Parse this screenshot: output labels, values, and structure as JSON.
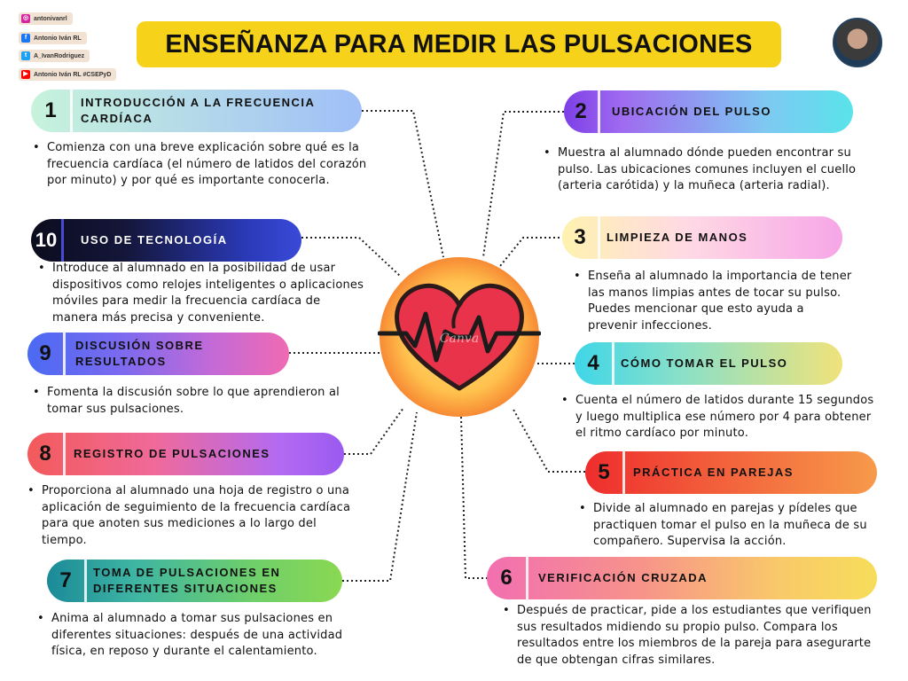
{
  "header": {
    "title": "ENSEÑANZA PARA MEDIR LAS PULSACIONES"
  },
  "social": {
    "instagram": "antonivanrl",
    "facebook": "Antonio Iván RL",
    "twitter": "A_IvanRodriguez",
    "youtube": "Antonio Iván RL #CSEPyD"
  },
  "heart_watermark": "Canva",
  "steps": [
    {
      "number": "1",
      "title": "INTRODUCCIÓN A LA FRECUENCIA CARDÍACA",
      "text": "Comienza con una breve explicación sobre qué es la frecuencia cardíaca (el número de latidos del corazón por minuto) y por qué es importante conocerla."
    },
    {
      "number": "2",
      "title": "UBICACIÓN DEL PULSO",
      "text": "Muestra al alumnado dónde pueden encontrar su pulso. Las ubicaciones comunes incluyen el cuello (arteria carótida) y la muñeca (arteria radial)."
    },
    {
      "number": "3",
      "title": "LIMPIEZA DE MANOS",
      "text": "Enseña al alumnado la importancia de tener las manos limpias antes de tocar su pulso. Puedes mencionar que esto ayuda a prevenir infecciones."
    },
    {
      "number": "4",
      "title": "CÓMO TOMAR EL PULSO",
      "text": "Cuenta el número de latidos durante 15 segundos y luego multiplica ese número por 4 para obtener el ritmo cardíaco por minuto."
    },
    {
      "number": "5",
      "title": "PRÁCTICA EN PAREJAS",
      "text": "Divide al alumnado en parejas y pídeles que practiquen tomar el pulso en la muñeca de su compañero. Supervisa la acción."
    },
    {
      "number": "6",
      "title": "VERIFICACIÓN CRUZADA",
      "text": "Después de practicar, pide a los estudiantes que verifiquen sus resultados midiendo su propio pulso. Compara los resultados entre los miembros de la pareja para asegurarte de que obtengan cifras similares."
    },
    {
      "number": "7",
      "title": "TOMA DE PULSACIONES EN DIFERENTES SITUACIONES",
      "text": "Anima al alumnado a tomar sus pulsaciones en diferentes situaciones: después de una actividad física, en reposo y durante el calentamiento."
    },
    {
      "number": "8",
      "title": "REGISTRO DE PULSACIONES",
      "text": "Proporciona al alumnado una hoja de registro o una aplicación de seguimiento de la frecuencia cardíaca para que anoten sus mediciones a lo largo del tiempo."
    },
    {
      "number": "9",
      "title": "DISCUSIÓN SOBRE RESULTADOS",
      "text": "Fomenta la discusión sobre lo que aprendieron al tomar sus pulsaciones."
    },
    {
      "number": "10",
      "title": "USO DE TECNOLOGÍA",
      "text": "Introduce al alumnado en la posibilidad de usar dispositivos como relojes inteligentes o aplicaciones móviles para medir la frecuencia cardíaca de manera más precisa y conveniente."
    }
  ],
  "colors": {
    "title_bg": "#f7d21b",
    "heart": "#e8334a",
    "circle_inner": "#ffd56a",
    "circle_outer": "#f79a3a"
  }
}
